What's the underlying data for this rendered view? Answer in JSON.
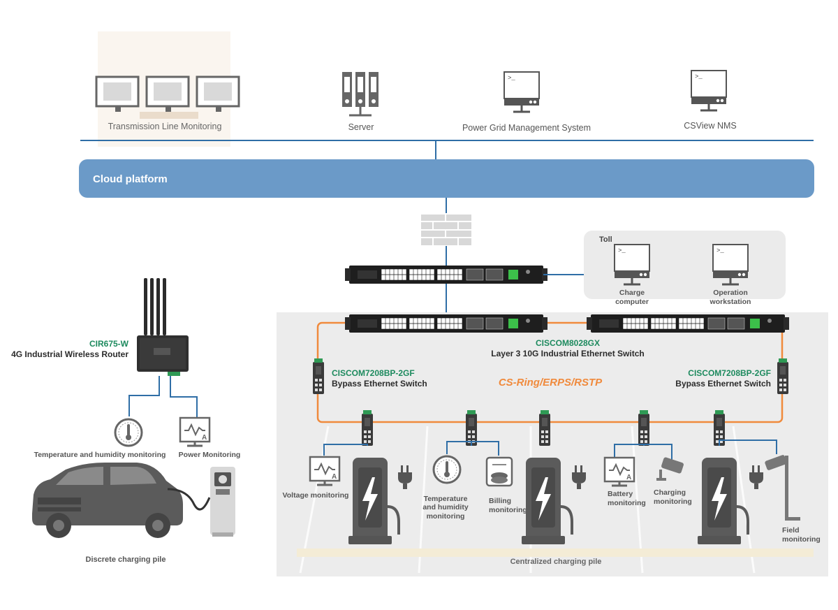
{
  "top": {
    "transmission_label": "Transmission Line Monitoring",
    "server_label": "Server",
    "grid_label": "Power Grid Management System",
    "nms_label": "CSView NMS"
  },
  "cloud": {
    "label": "Cloud platform"
  },
  "toll": {
    "title": "Toll",
    "charge_computer": [
      "Charge",
      "computer"
    ],
    "operation_workstation": [
      "Operation",
      "workstation"
    ]
  },
  "router": {
    "model": "CIR675-W",
    "desc": "4G Industrial Wireless Router"
  },
  "core_switch": {
    "model": "CISCOM8028GX",
    "desc": "Layer 3 10G Industrial Ethernet Switch"
  },
  "bypass_left": {
    "model": "CISCOM7208BP-2GF",
    "desc": "Bypass Ethernet Switch"
  },
  "bypass_right": {
    "model": "CISCOM7208BP-2GF",
    "desc": "Bypass Ethernet Switch"
  },
  "ring_label": "CS-Ring/ERPS/RSTP",
  "discrete": {
    "temp_humidity": "Temperature and humidity monitoring",
    "power_monitoring": "Power Monitoring",
    "pile_label": "Discrete charging pile"
  },
  "centralized": {
    "voltage": "Voltage monitoring",
    "temp_humidity": [
      "Temperature",
      "and humidity",
      "monitoring"
    ],
    "billing": [
      "Billing",
      "monitoring"
    ],
    "battery": [
      "Battery",
      "monitoring"
    ],
    "charging": [
      "Charging",
      "monitoring"
    ],
    "field": [
      "Field",
      "monitoring"
    ],
    "pile_label": "Centralized charging pile"
  },
  "colors": {
    "cloud": "#6b9ac8",
    "line_blue": "#2f6ea6",
    "ring_orange": "#f08a3c",
    "model_green": "#1d8a5e",
    "gray_icon": "#6f6f6f"
  }
}
